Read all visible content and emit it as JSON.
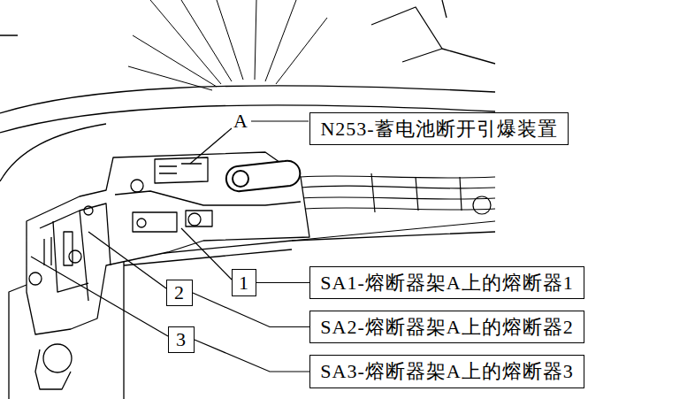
{
  "diagram": {
    "nodes": [
      {
        "text": [
          "N253-蓄电池断开引爆装置"
        ]
      },
      {
        "text": [
          "1"
        ]
      },
      {
        "text": [
          "SA1-熔断器架A上的熔断器1"
        ]
      },
      {
        "text": [
          "2"
        ]
      },
      {
        "text": [
          "SA2-熔断器架A上的熔断器2"
        ]
      },
      {
        "text": [
          "3"
        ]
      },
      {
        "text": [
          "SA3-熔断器架A上的熔断器3"
        ]
      }
    ],
    "edges": [
      {
        "from": 1,
        "to": 2,
        "arrow": "none"
      },
      {
        "from": 3,
        "to": 4,
        "arrow": "none"
      },
      {
        "from": 5,
        "to": 6,
        "arrow": "none"
      }
    ],
    "labels": [
      "A"
    ]
  }
}
